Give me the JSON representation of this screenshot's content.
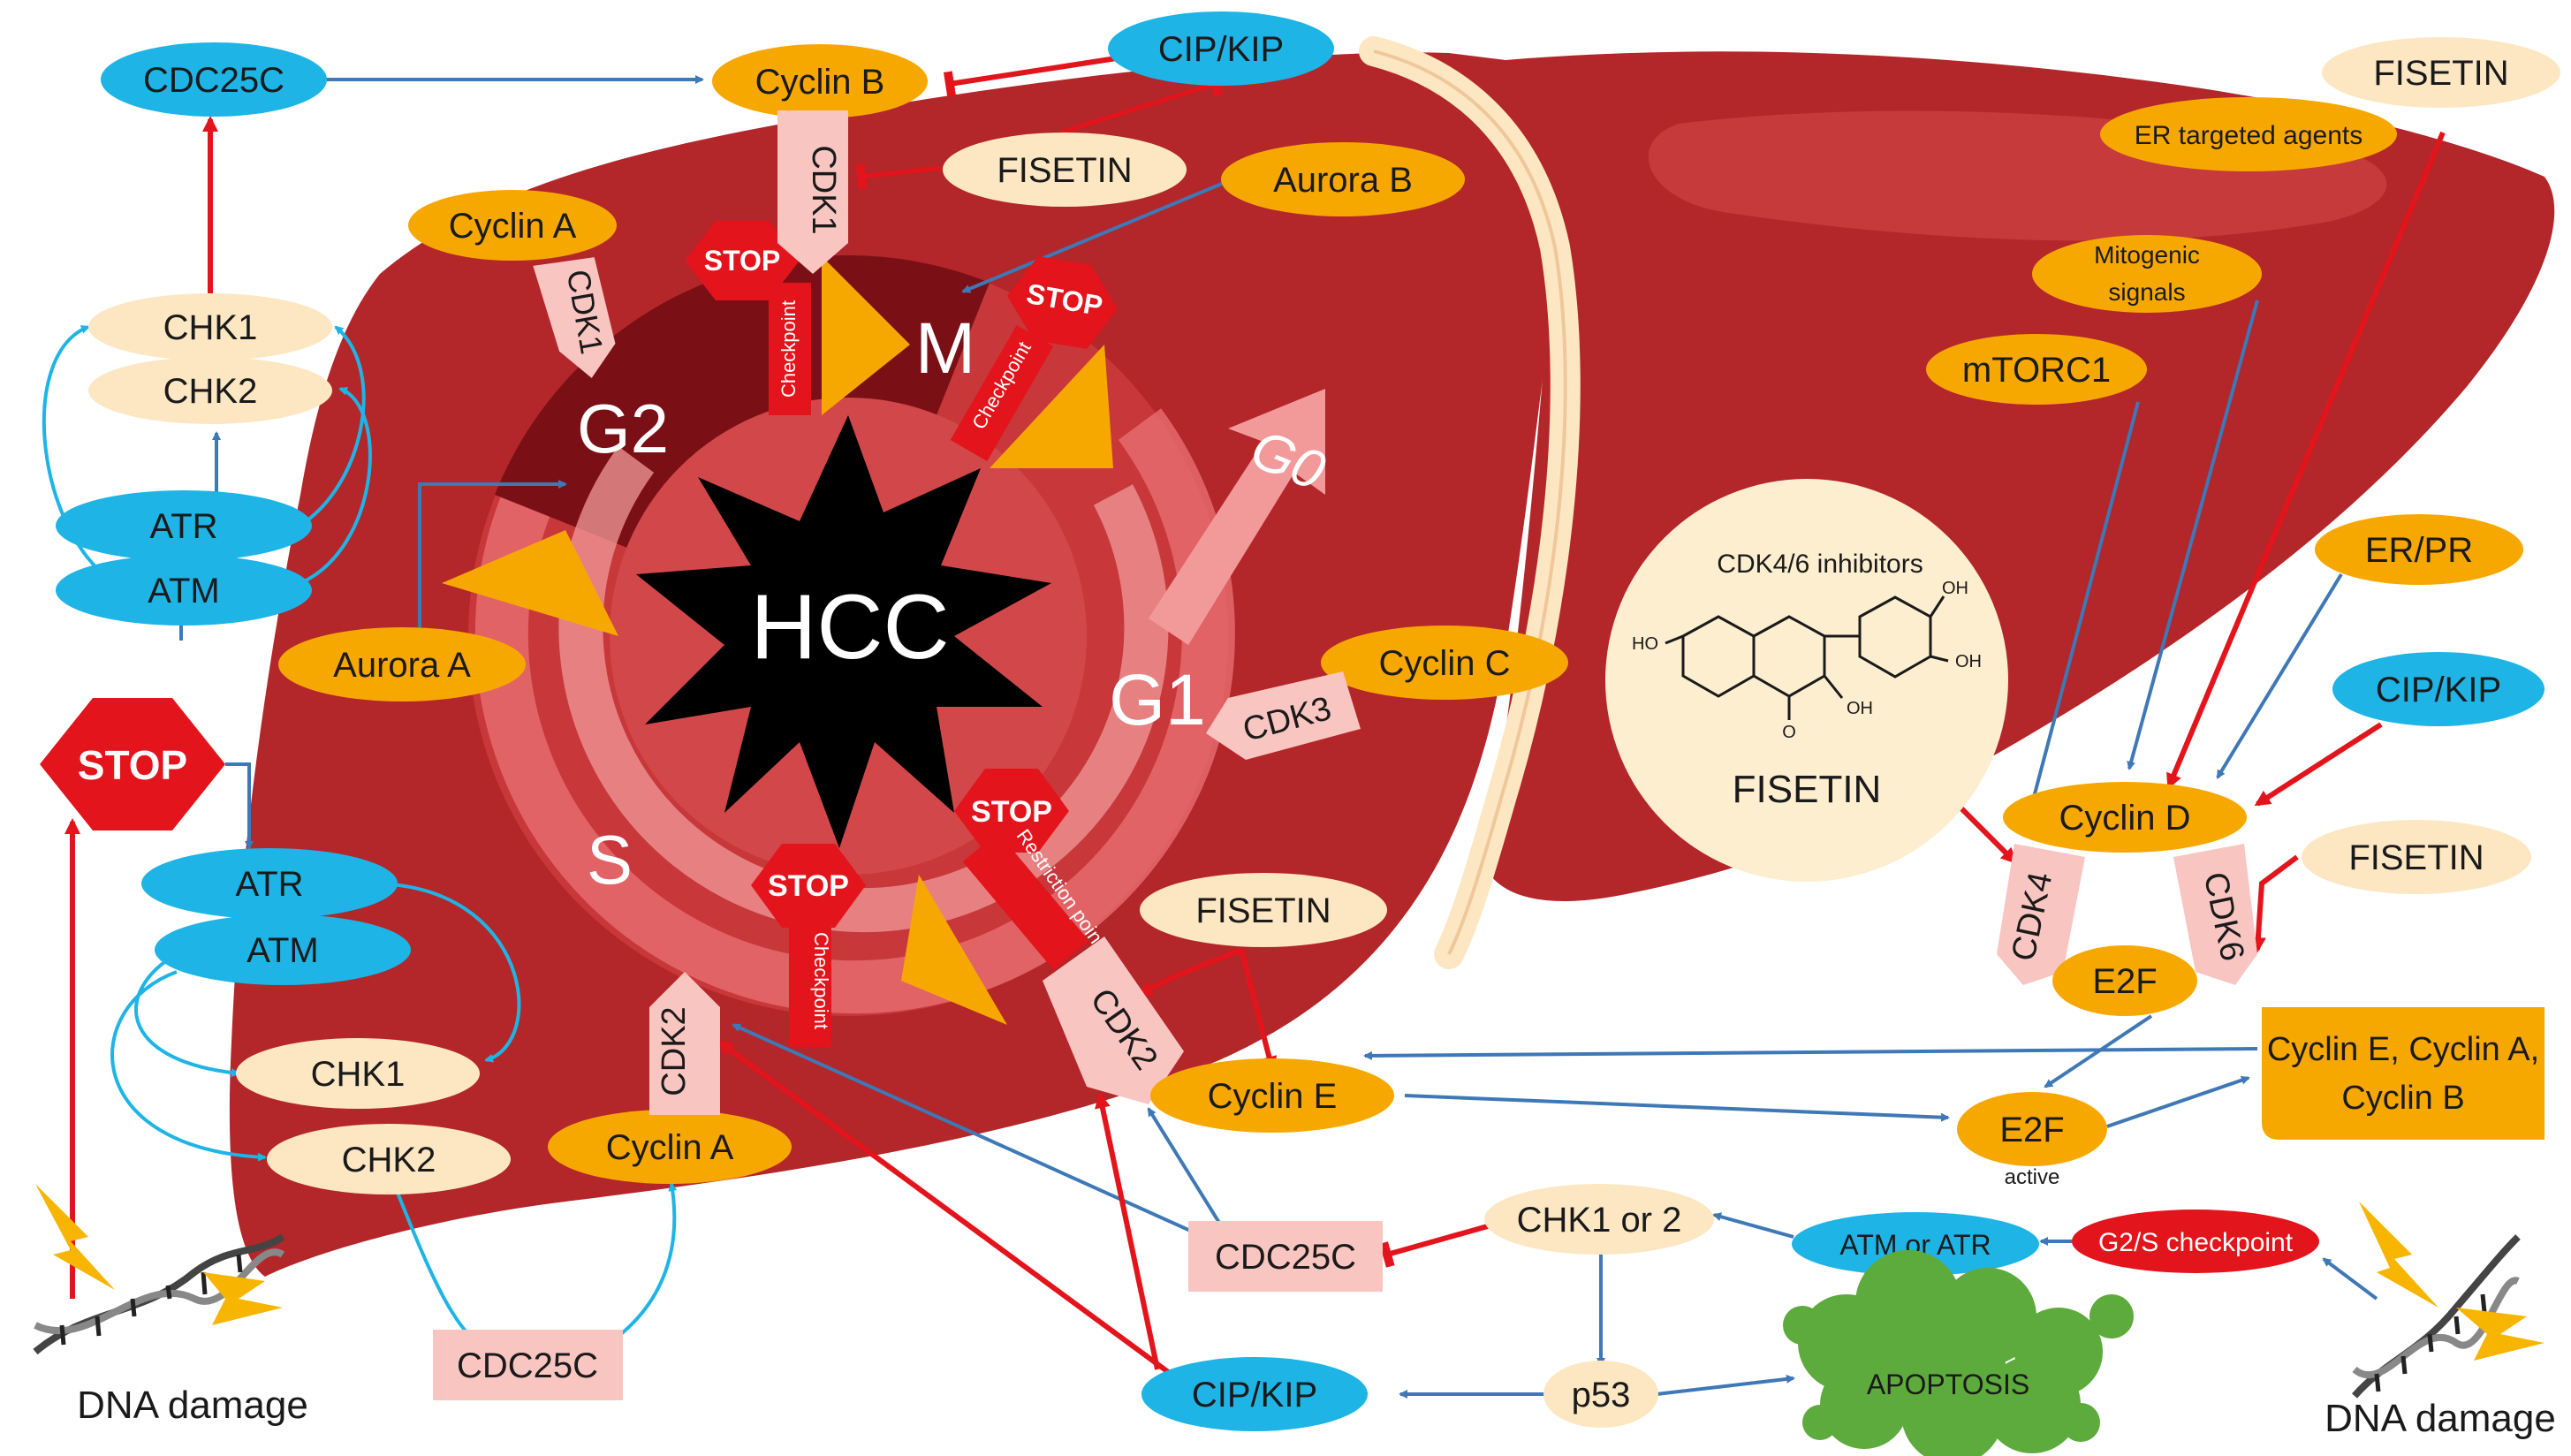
{
  "colors": {
    "liver_dark": "#8e1a1f",
    "liver_main": "#b3262a",
    "liver_light": "#d2474a",
    "ring_pink": "#f29a9a",
    "orange": "#f7a800",
    "cyan": "#1eb4e6",
    "cream": "#fde7c3",
    "pinkbox": "#f9c5c1",
    "stop_red": "#e3141b",
    "arrow_red": "#e3141b",
    "arrow_blue": "#3e78b6",
    "arrow_cyan": "#1eb4e6"
  },
  "phases": {
    "g2": "G2",
    "m": "M",
    "g0": "G0",
    "g1": "G1",
    "s": "S",
    "center": "HCC"
  },
  "nodes": {
    "cdc25c_top": "CDC25C",
    "cyclin_b": "Cyclin B",
    "cipkip_top": "CIP/KIP",
    "fisetin_top": "FISETIN",
    "cdk1_top": "CDK1",
    "aurora_b": "Aurora B",
    "cyclin_a_top": "Cyclin A",
    "cdk1_left": "CDK1",
    "chk1_top": "CHK1",
    "chk2_top": "CHK2",
    "atr_top": "ATR",
    "atm_top": "ATM",
    "aurora_a": "Aurora A",
    "stop_left": "STOP",
    "atr_low": "ATR",
    "atm_low": "ATM",
    "chk1_low": "CHK1",
    "chk2_low": "CHK2",
    "cyclin_a_low": "Cyclin A",
    "cdk2_low": "CDK2",
    "cdc25c_bottom": "CDC25C",
    "dna_damage_left": "DNA damage",
    "stop_g2": "STOP",
    "checkpoint_g2": "Checkpoint",
    "stop_m": "STOP",
    "checkpoint_m": "Checkpoint",
    "stop_r": "STOP",
    "restriction_point": "Restriction point",
    "stop_s": "STOP",
    "checkpoint_s": "Checkpoint",
    "cyclin_c": "Cyclin C",
    "cdk3": "CDK3",
    "fisetin_mid": "FISETIN",
    "cdk2_mid": "CDK2",
    "cyclin_e": "Cyclin E",
    "cdc25c_mid": "CDC25C",
    "chk1or2": "CHK1 or 2",
    "atm_or_atr": "ATM or ATR",
    "g2s_checkpoint": "G2/S checkpoint",
    "p53": "p53",
    "apoptosis": "APOPTOSIS",
    "cipkip_bottom": "CIP/KIP",
    "dna_damage_right": "DNA damage",
    "fisetin_tr": "FISETIN",
    "er_targeted": "ER targeted agents",
    "mitogenic_line1": "Mitogenic",
    "mitogenic_line2": "signals",
    "mtorc1": "mTORC1",
    "er_pr": "ER/PR",
    "cipkip_right": "CIP/KIP",
    "cdk46_inhibitors": "CDK4/6 inhibitors",
    "fisetin_molecule": "FISETIN",
    "cyclin_d": "Cyclin D",
    "fisetin_right": "FISETIN",
    "cdk4": "CDK4",
    "cdk6": "CDK6",
    "e2f": "E2F",
    "e2f_active": "E2F",
    "active_label": "active",
    "cyclins_box_line1": "Cyclin E, Cyclin A,",
    "cyclins_box_line2": "Cyclin B"
  },
  "molecule_labels": {
    "ho_left": "HO",
    "oh_top": "OH",
    "oh_right": "OH",
    "oh_ring": "OH",
    "oxygen": "O"
  }
}
